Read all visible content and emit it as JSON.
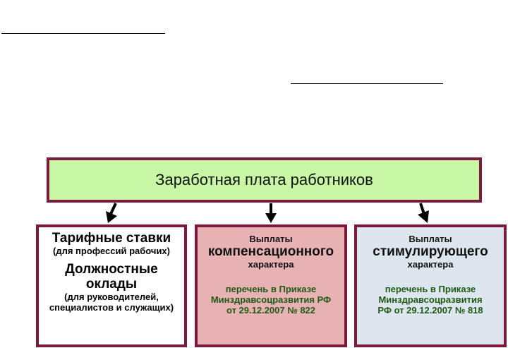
{
  "diagram": {
    "top": {
      "title": "Заработная плата работников"
    },
    "left": {
      "title1": "Тарифные ставки",
      "sub1": "(для профессий рабочих)",
      "title2": "Должностные оклады",
      "sub2": "(для руководителей,\nспециалистов и служащих)"
    },
    "middle": {
      "line1": "Выплаты",
      "line2": "компенсационного",
      "line3": "характера",
      "note": "перечень в Приказе\nМинздравсоцразвития РФ\nот 29.12.2007 № 822"
    },
    "right": {
      "line1": "Выплаты",
      "line2": "стимулирующего",
      "line3": "характера",
      "note": "перечень в Приказе\nМинздравсоцразвития\nРФ от 29.12.2007 № 818"
    }
  },
  "colors": {
    "border": "#7a1a3c",
    "top_fill": "#c8f7a6",
    "middle_fill": "#e8b1b4",
    "right_fill": "#dde5ef",
    "note_text": "#1e5a14"
  }
}
